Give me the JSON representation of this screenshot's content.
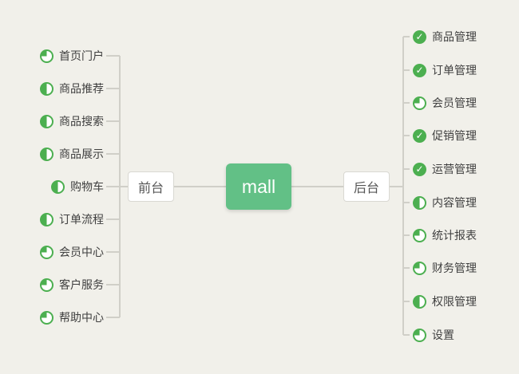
{
  "root": {
    "label": "mall"
  },
  "left_branch": {
    "label": "前台",
    "items": [
      {
        "label": "首页门户",
        "icon": "pie-25"
      },
      {
        "label": "商品推荐",
        "icon": "pie-50"
      },
      {
        "label": "商品搜索",
        "icon": "pie-50"
      },
      {
        "label": "商品展示",
        "icon": "pie-50"
      },
      {
        "label": "购物车",
        "icon": "pie-50"
      },
      {
        "label": "订单流程",
        "icon": "pie-50"
      },
      {
        "label": "会员中心",
        "icon": "pie-25"
      },
      {
        "label": "客户服务",
        "icon": "pie-25"
      },
      {
        "label": "帮助中心",
        "icon": "pie-25"
      }
    ]
  },
  "right_branch": {
    "label": "后台",
    "items": [
      {
        "label": "商品管理",
        "icon": "check"
      },
      {
        "label": "订单管理",
        "icon": "check"
      },
      {
        "label": "会员管理",
        "icon": "pie-25"
      },
      {
        "label": "促销管理",
        "icon": "check"
      },
      {
        "label": "运营管理",
        "icon": "check"
      },
      {
        "label": "内容管理",
        "icon": "pie-50"
      },
      {
        "label": "统计报表",
        "icon": "pie-25"
      },
      {
        "label": "财务管理",
        "icon": "pie-25"
      },
      {
        "label": "权限管理",
        "icon": "pie-50"
      },
      {
        "label": "设置",
        "icon": "pie-25"
      }
    ]
  },
  "colors": {
    "accent_green": "#4caf50",
    "root_node_bg": "#62c086",
    "line": "#d0cfc8",
    "background": "#f1f0ea"
  }
}
